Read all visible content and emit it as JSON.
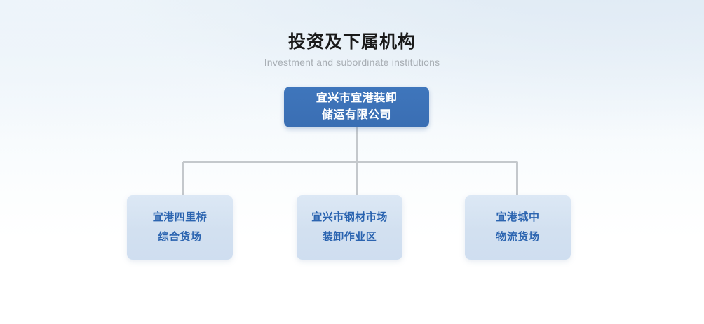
{
  "heading": {
    "title": "投资及下属机构",
    "subtitle": "Investment and subordinate institutions"
  },
  "colors": {
    "root_box": "#3d72b8",
    "child_box": "#d3e0f0",
    "child_text": "#2b64b0",
    "root_text": "#ffffff",
    "connector": "#c4c8cc",
    "title_text": "#1a1a1a",
    "subtitle_text": "#a8aeb4",
    "background_top": "#e6eff7",
    "background_bottom": "#ffffff"
  },
  "org_chart": {
    "root": {
      "line1": "宜兴市宜港装卸",
      "line2": "储运有限公司"
    },
    "children": [
      {
        "line1": "宜港四里桥",
        "line2": "综合货场"
      },
      {
        "line1": "宜兴市钢材市场",
        "line2": "装卸作业区"
      },
      {
        "line1": "宜港城中",
        "line2": "物流货场"
      }
    ]
  }
}
